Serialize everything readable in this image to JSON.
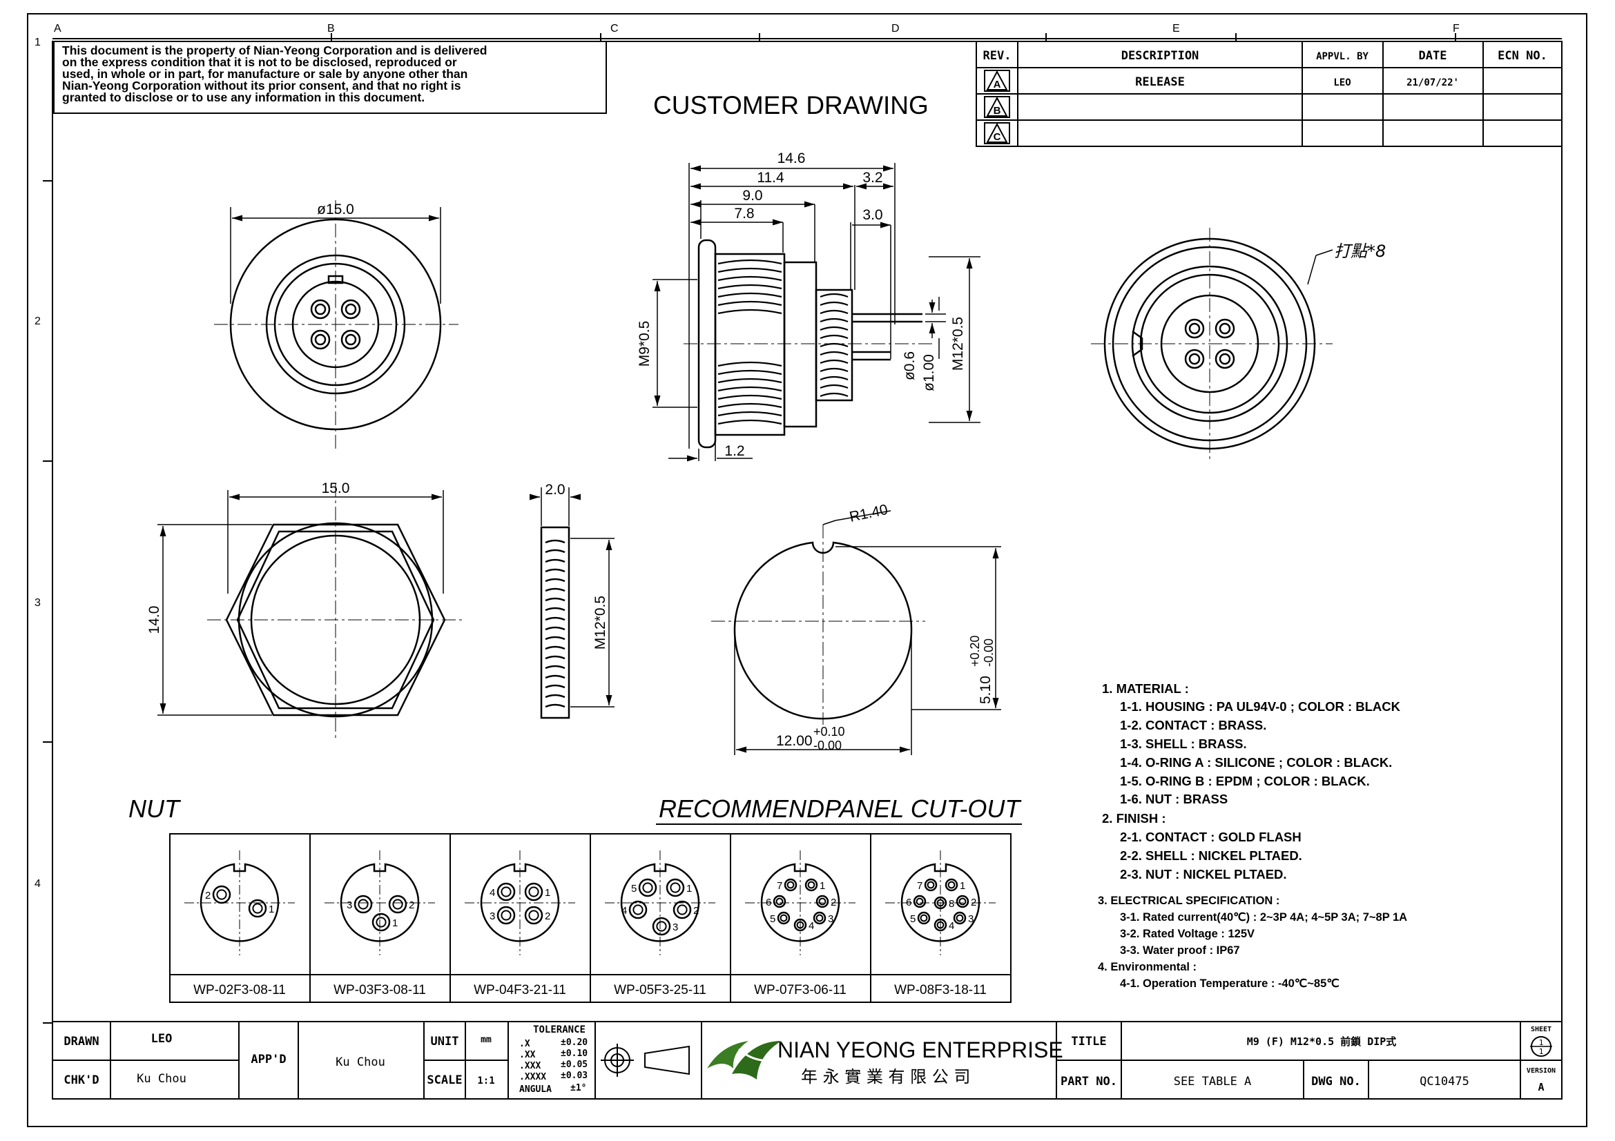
{
  "grid": {
    "columns": [
      "A",
      "B",
      "C",
      "D",
      "E",
      "F"
    ],
    "rows": [
      "1",
      "2",
      "3",
      "4"
    ]
  },
  "notice": [
    "This document is the property of Nian-Yeong Corporation and is delivered",
    "on  the  express condition that it is not to be disclosed, reproduced or",
    "used, in whole or in part, for manufacture or sale by anyone other than",
    "Nian-Yeong Corporation without  its prior consent, and that  no right  is",
    "granted to disclose or to use any information in this  document."
  ],
  "title": "CUSTOMER  DRAWING",
  "revision_table": {
    "headers": [
      "REV.",
      "DESCRIPTION",
      "APPVL. BY",
      "DATE",
      "ECN NO."
    ],
    "rows": [
      {
        "rev": "A",
        "description": "RELEASE",
        "appvl": "LEO",
        "date": "21/07/22'",
        "ecn": ""
      },
      {
        "rev": "B",
        "description": "",
        "appvl": "",
        "date": "",
        "ecn": ""
      },
      {
        "rev": "C",
        "description": "",
        "appvl": "",
        "date": "",
        "ecn": ""
      }
    ]
  },
  "dimensions": {
    "front_dia": "ø15.0",
    "side_total": "14.6",
    "side_114": "11.4",
    "side_32": "3.2",
    "side_90": "9.0",
    "side_78": "7.8",
    "side_30": "3.0",
    "thread_m9": "M9*0.5",
    "thread_m12": "M12*0.5",
    "pin_06": "ø0.6",
    "pin_100": "ø1.00",
    "flange_12": "1.2",
    "marking": "打點*8",
    "nut_width": "15.0",
    "nut_height": "14.0",
    "nut_thick": "2.0",
    "nut_thread": "M12*0.5",
    "cut_radius": "R1.40",
    "cut_dia_base": "12.00",
    "cut_dia_plus": "+0.10",
    "cut_dia_minus": "-0.00",
    "cut_key_base": "5.10",
    "cut_key_plus": "+0.20",
    "cut_key_minus": "-0.00"
  },
  "labels": {
    "nut": "NUT",
    "cutout": "RECOMMENDPANEL  CUT-OUT"
  },
  "variants": [
    {
      "part": "WP-02F3-08-11",
      "pins": [
        "2",
        "1"
      ]
    },
    {
      "part": "WP-03F3-08-11",
      "pins": [
        "3",
        "2",
        "1"
      ]
    },
    {
      "part": "WP-04F3-21-11",
      "pins": [
        "4",
        "1",
        "3",
        "2"
      ]
    },
    {
      "part": "WP-05F3-25-11",
      "pins": [
        "5",
        "1",
        "4",
        "2",
        "3"
      ]
    },
    {
      "part": "WP-07F3-06-11",
      "pins": [
        "7",
        "1",
        "6",
        "2",
        "5",
        "3",
        "4"
      ]
    },
    {
      "part": "WP-08F3-18-11",
      "pins": [
        "7",
        "1",
        "6",
        "2",
        "5",
        "3",
        "4",
        "8"
      ]
    }
  ],
  "specs": [
    "1.  MATERIAL  :",
    "1-1.  HOUSING  :  PA  UL94V-0  ;  COLOR  :  BLACK",
    "1-2.  CONTACT  :  BRASS.",
    "1-3.  SHELL     :  BRASS.",
    "1-4.  O-RING  A  :  SILICONE  ;  COLOR  :  BLACK.",
    "1-5.  O-RING  B  :  EPDM  ;  COLOR  :  BLACK.",
    "1-6.  NUT  :  BRASS",
    "2.  FINISH  :",
    "2-1.  CONTACT  :  GOLD  FLASH",
    "2-2.  SHELL    :  NICKEL  PLTAED.",
    "2-3.  NUT  :  NICKEL  PLTAED.",
    "3.  ELECTRICAL  SPECIFICATION  :",
    "3-1.  Rated  current(40℃)  :  2~3P  4A;  4~5P  3A;  7~8P  1A",
    "3-2.  Rated  Voltage  :  125V",
    "3-3.  Water  proof  :  IP67",
    "4.  Environmental  :",
    "4-1.  Operation  Temperature  :  -40℃~85℃"
  ],
  "titleblock": {
    "drawn_label": "DRAWN",
    "drawn_value": "LEO",
    "chkd_label": "CHK'D",
    "chkd_value": "Ku Chou",
    "appd_label": "APP'D",
    "appd_value": "Ku Chou",
    "unit_label": "UNIT",
    "unit_value": "mm",
    "scale_label": "SCALE",
    "scale_value": "1:1",
    "tolerance_title": "TOLERANCE",
    "tolerance_rows": [
      [
        ".X",
        "±0.20"
      ],
      [
        ".XX",
        "±0.10"
      ],
      [
        ".XXX",
        "±0.05"
      ],
      [
        ".XXXX",
        "±0.03"
      ],
      [
        "ANGULA",
        "±1°"
      ]
    ],
    "company_en": "NIAN YEONG ENTERPRISE",
    "company_zh": "年 永 實 業 有 限 公 司",
    "title_label": "TITLE",
    "title_value": "M9 (F)  M12*0.5 前鎖  DIP式",
    "partno_label": "PART NO.",
    "partno_value": "SEE TABLE A",
    "dwgno_label": "DWG NO.",
    "dwgno_value": "QC10475",
    "sheet_label": "SHEET",
    "sheet_num": "1",
    "sheet_total": "1",
    "version_label": "VERSION",
    "version_value": "A"
  }
}
